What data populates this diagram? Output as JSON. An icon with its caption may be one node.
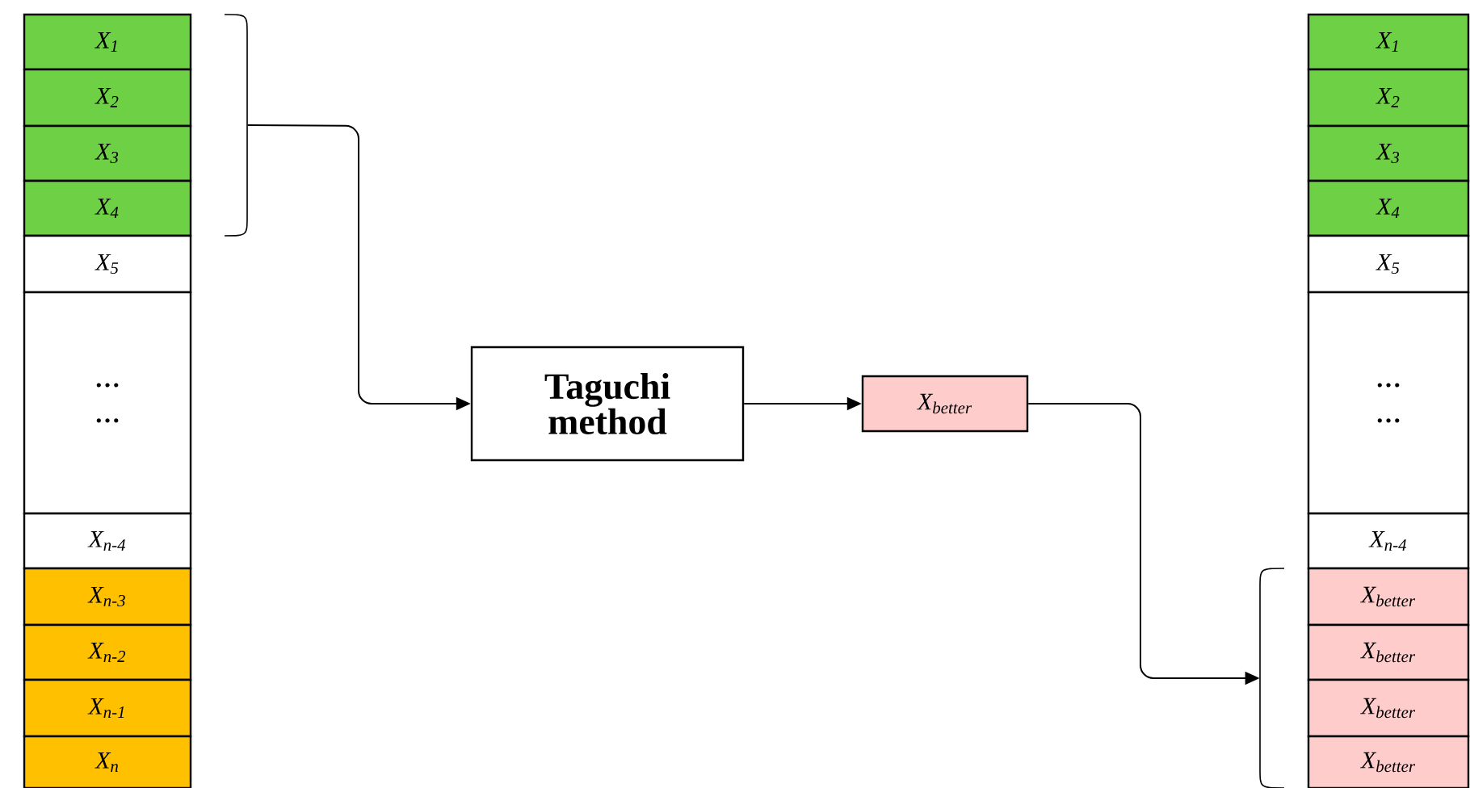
{
  "diagram": {
    "nodes": [
      {
        "text": [
          "X$_{1}$"
        ]
      },
      {
        "text": [
          "X$_{2}$"
        ]
      },
      {
        "text": [
          "X$_{3}$"
        ]
      },
      {
        "text": [
          "X$_{4}$"
        ]
      },
      {
        "text": [
          "X$_{5}$"
        ]
      },
      {
        "text": [
          "…",
          "…"
        ]
      },
      {
        "text": [
          "X$_{n-4}$"
        ]
      },
      {
        "text": [
          "X$_{n-3}$"
        ]
      },
      {
        "text": [
          "X$_{n-2}$"
        ]
      },
      {
        "text": [
          "X$_{n-1}$"
        ]
      },
      {
        "text": [
          "X$_{n}$"
        ]
      },
      {
        "text": [],
        "shape": "bracket"
      },
      {
        "text": [
          "Taguchi method"
        ]
      },
      {
        "text": [
          "X$_{better}$"
        ]
      },
      {
        "text": [],
        "shape": "bracket"
      },
      {
        "text": [
          "X$_{1}$"
        ]
      },
      {
        "text": [
          "X$_{2}$"
        ]
      },
      {
        "text": [
          "X$_{3}$"
        ]
      },
      {
        "text": [
          "X$_{4}$"
        ]
      },
      {
        "text": [
          "X$_{5}$"
        ]
      },
      {
        "text": [
          "…",
          "…"
        ]
      },
      {
        "text": [
          "X$_{n-4}$"
        ]
      },
      {
        "text": [
          "X$_{better}$"
        ]
      },
      {
        "text": [
          "X$_{better}$"
        ]
      },
      {
        "text": [
          "X$_{better}$"
        ]
      },
      {
        "text": [
          "X$_{better}$"
        ]
      }
    ],
    "edges": [
      {
        "from": 11,
        "to": 12,
        "arrow": "to"
      },
      {
        "from": 12,
        "to": 13,
        "arrow": "to"
      },
      {
        "from": 13,
        "to": 14,
        "arrow": "to"
      }
    ]
  }
}
